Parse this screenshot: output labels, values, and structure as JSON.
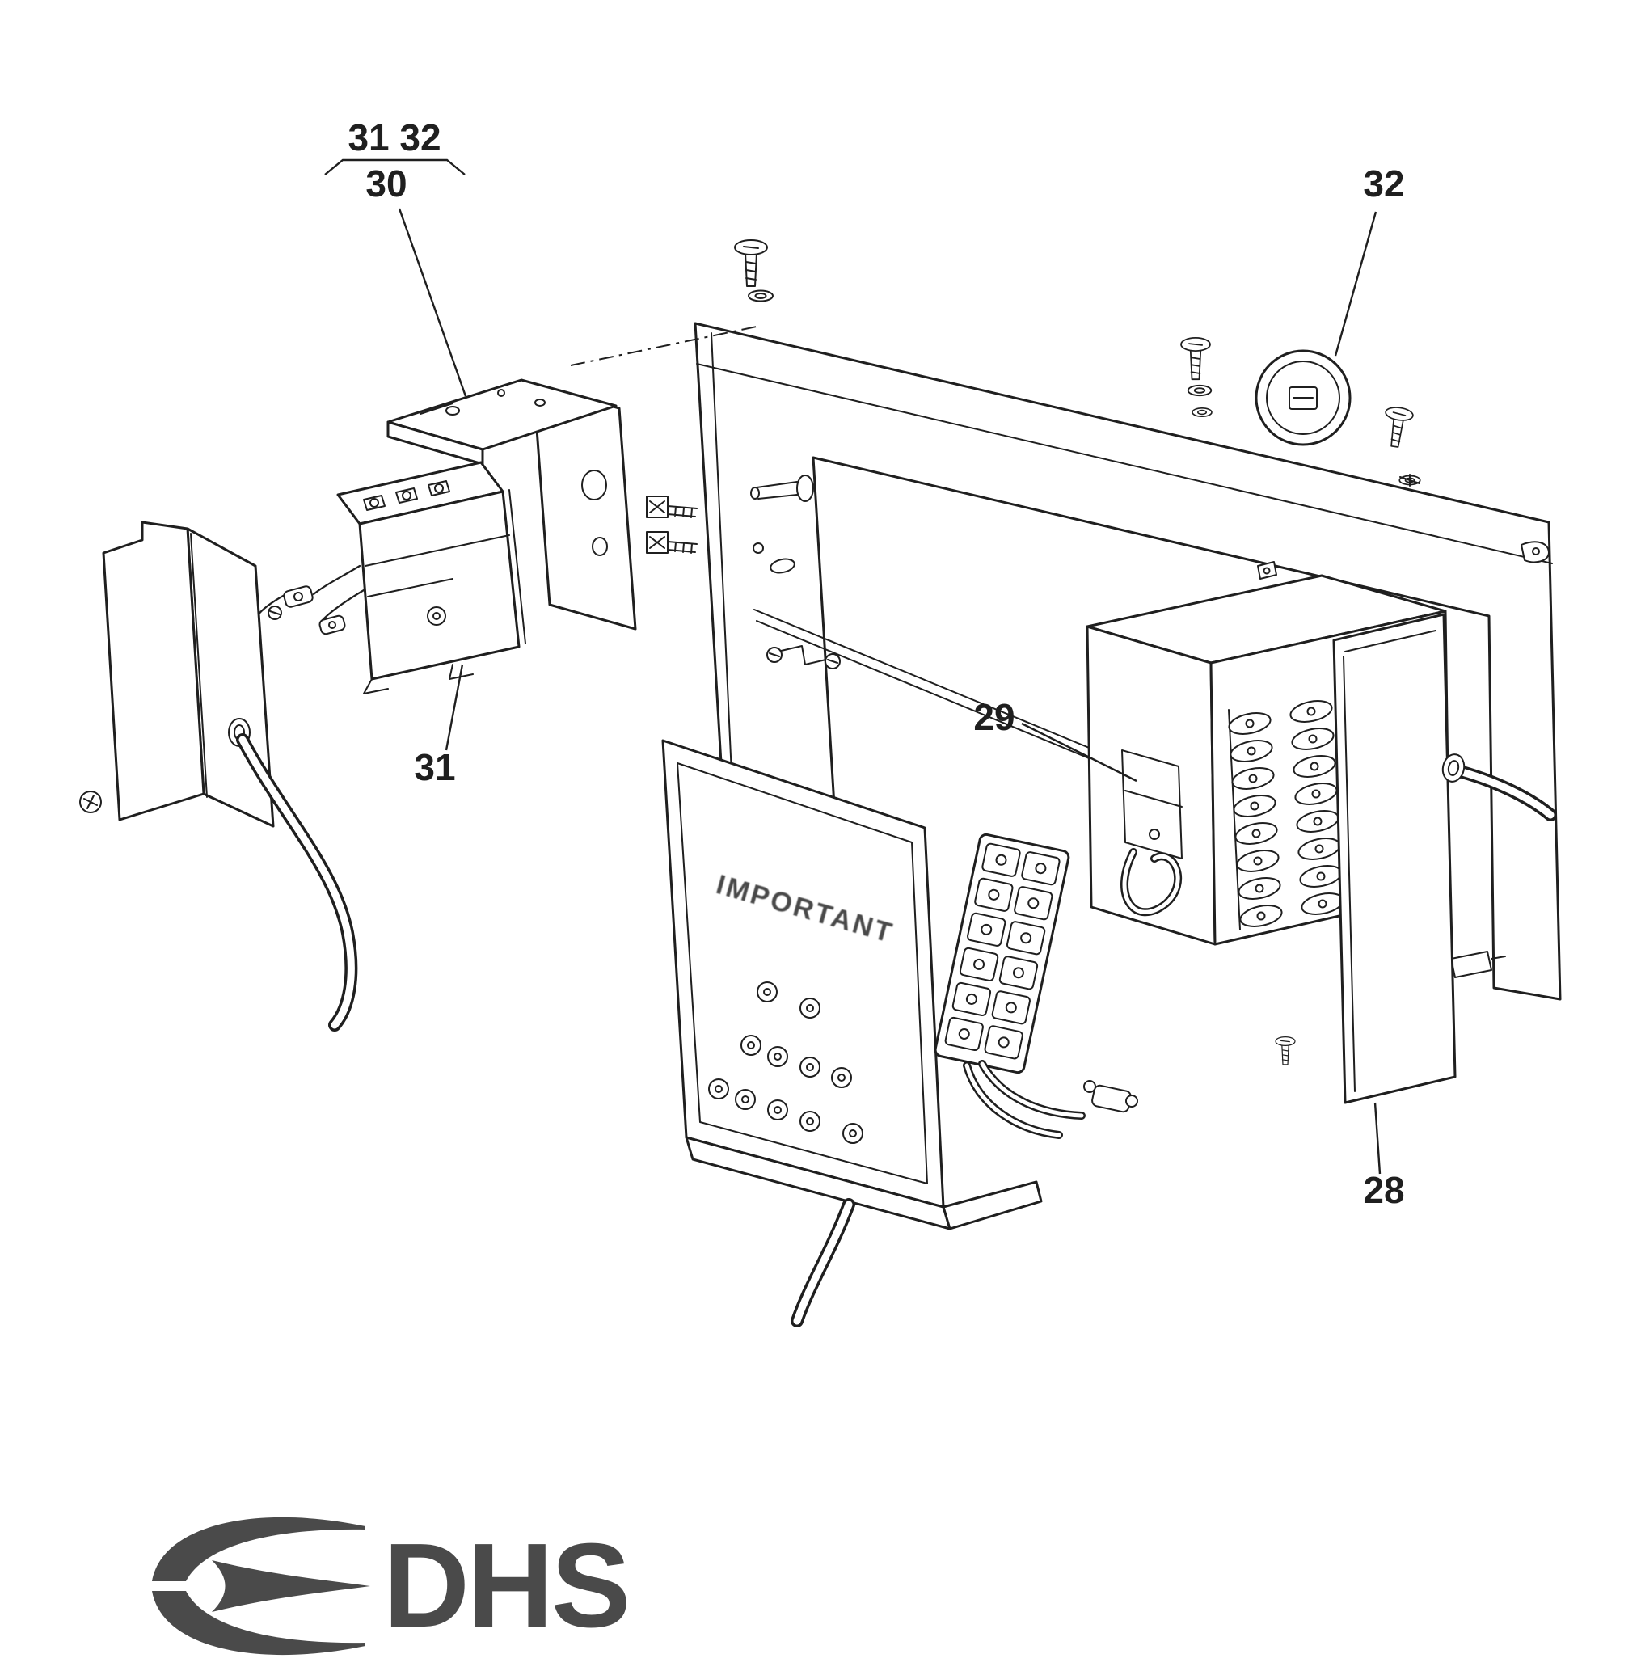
{
  "diagram": {
    "callouts": {
      "group_top": "31 32",
      "c30": "30",
      "c32": "32",
      "c29": "29",
      "c31": "31",
      "c28": "28"
    },
    "panel_label": "IMPORTANT",
    "logo": {
      "text": "DHS"
    },
    "colors": {
      "ink": "#1f1f1f",
      "faint": "#3a3a3a",
      "logo": "#4a4a4a",
      "paper": "#ffffff"
    }
  }
}
